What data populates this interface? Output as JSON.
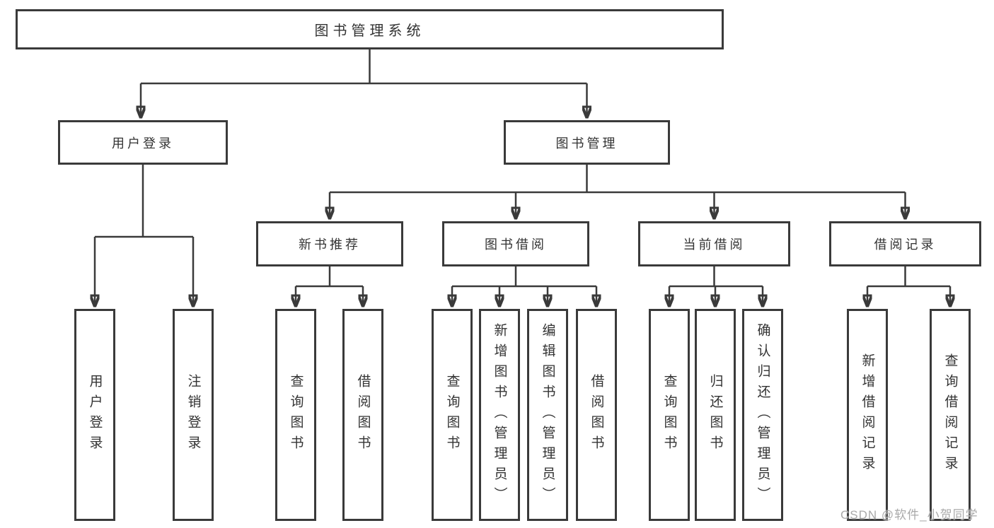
{
  "tree": {
    "label": "图书管理系统",
    "children": [
      {
        "label": "用户登录",
        "children": [
          {
            "label": "用户登录"
          },
          {
            "label": "注销登录"
          }
        ]
      },
      {
        "label": "图书管理",
        "children": [
          {
            "label": "新书推荐",
            "children": [
              {
                "label": "查询图书"
              },
              {
                "label": "借阅图书"
              }
            ]
          },
          {
            "label": "图书借阅",
            "children": [
              {
                "label": "查询图书"
              },
              {
                "label": "新增图书（管理员）"
              },
              {
                "label": "编辑图书（管理员）"
              },
              {
                "label": "借阅图书"
              }
            ]
          },
          {
            "label": "当前借阅",
            "children": [
              {
                "label": "查询图书"
              },
              {
                "label": "归还图书"
              },
              {
                "label": "确认归还（管理员）"
              }
            ]
          },
          {
            "label": "借阅记录",
            "children": [
              {
                "label": "新增借阅记录"
              },
              {
                "label": "查询借阅记录"
              }
            ]
          }
        ]
      }
    ]
  },
  "watermark": "CSDN @软件_小贺同学",
  "colors": {
    "line": "#3a3a3a",
    "text": "#333333",
    "watermark": "#a9a9a9",
    "background": "#ffffff"
  }
}
